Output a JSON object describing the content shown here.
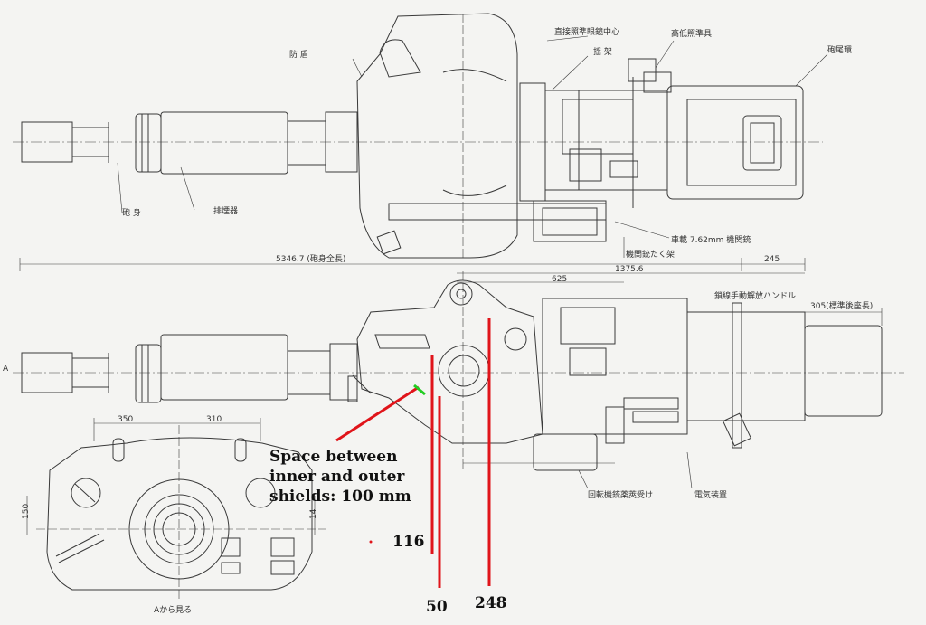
{
  "labels_top": {
    "shield": "防 盾",
    "sight_center": "直接照準眼鏡中心",
    "cradle": "揺 架",
    "elevation_gear": "高低照準具",
    "breech_ring": "砲尾環",
    "barrel": "砲 身",
    "recoil": "排煙器",
    "coax_mg": "車載 7.62mm 機関銃",
    "mg_mount": "機関銃たく架",
    "dim_total": "5346.7 (砲身全長)",
    "dim_1375": "1375.6",
    "dim_245": "245",
    "dim_625": "625"
  },
  "labels_side": {
    "manual_release": "鎖線手動解放ハンドル",
    "recoil_length": "305(標準後座長)",
    "deflector": "回転機銃薬莢受け",
    "electrical": "電気装置",
    "arrow_a": "A"
  },
  "labels_front": {
    "dim_350": "350",
    "dim_310": "310",
    "dim_150": "150",
    "dim_14": "14",
    "view_a": "Aから見る"
  },
  "annotations": {
    "shield_space": "Space between inner and outer shields: 100 mm",
    "val_116": "116",
    "val_50": "50",
    "val_248": "248"
  },
  "colors": {
    "annotation_red": "#e0141a",
    "annotation_green": "#22cc22",
    "ink": "#3a3a3a"
  }
}
